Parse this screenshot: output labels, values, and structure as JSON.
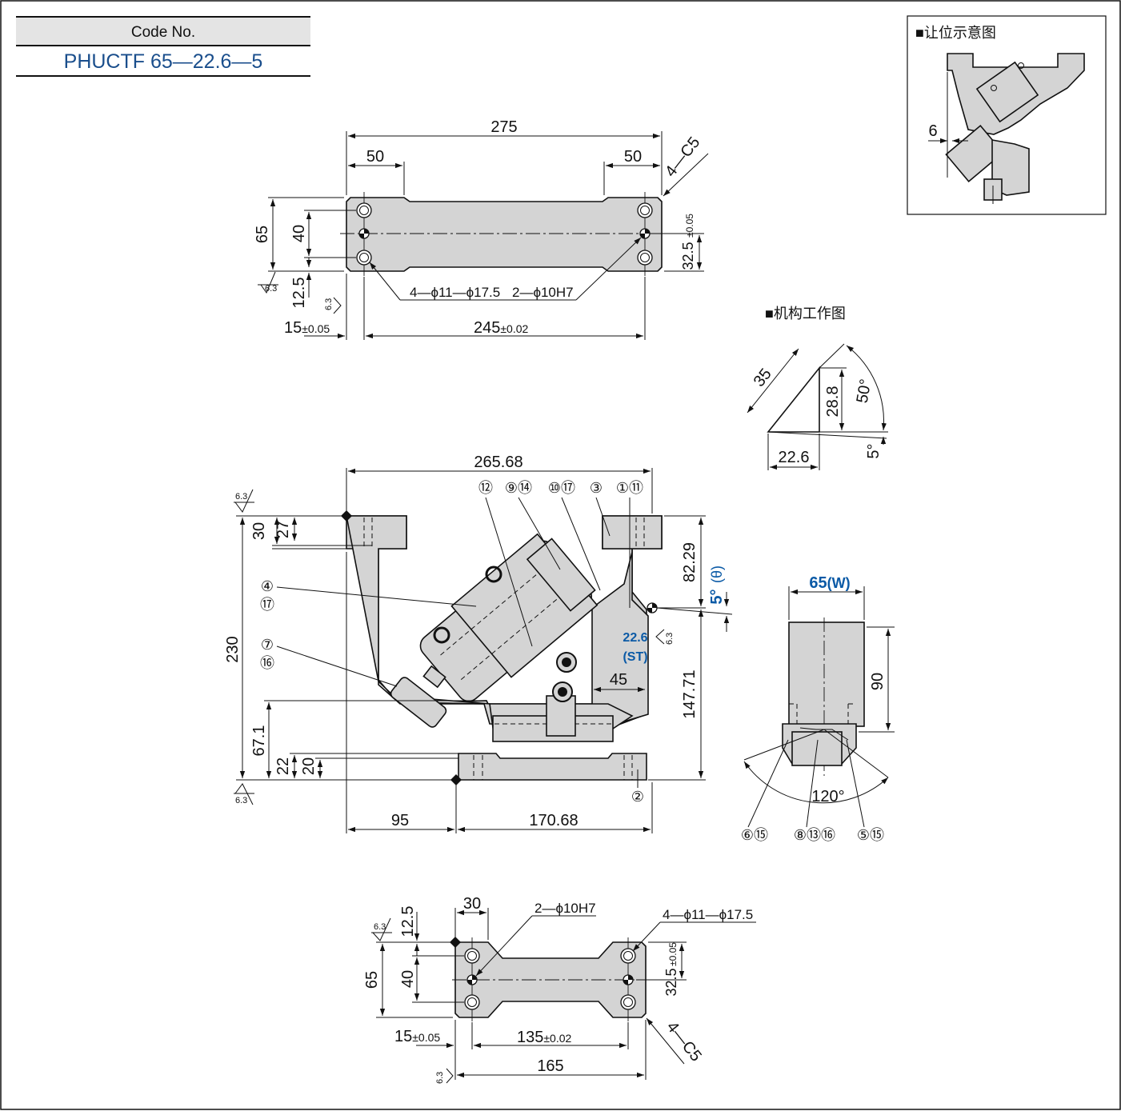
{
  "code_table": {
    "header": "Code No.",
    "code": "PHUCTF 65—22.6—5"
  },
  "colors": {
    "part_fill": "#d4d4d4",
    "line": "#111111",
    "accent_blue": "#0b5aa6",
    "code_blue": "#1a4e8c"
  },
  "inset_relief": {
    "title": "■让位示意图",
    "dim": "6"
  },
  "inset_mechanism": {
    "title": "■机构工作图",
    "dim_35": "35",
    "dim_28_8": "28.8",
    "dim_22_6": "22.6",
    "angle_50": "50°",
    "angle_5": "5°"
  },
  "top_view": {
    "overall": "275",
    "left_step": "50",
    "right_step": "50",
    "chamfer": "4—C5",
    "height": "65",
    "hole_span": "40",
    "edge": "12.5",
    "center_off": "32.5",
    "center_tol": "±0.05",
    "holes_label": "4—ϕ11—ϕ17.5",
    "pins_label": "2—ϕ10H7",
    "edge_offset": "15",
    "edge_offset_tol": "±0.05",
    "pin_pitch": "245",
    "pin_pitch_tol": "±0.02",
    "roughness": "6.3"
  },
  "front_view": {
    "overall_width": "265.68",
    "height_total": "230",
    "top_30": "30",
    "top_27": "27",
    "right_upper": "82.29",
    "angle": "5°",
    "angle_theta": "(θ)",
    "stroke": "22.6",
    "stroke_st": "(ST)",
    "dim_45": "45",
    "right_lower": "147.71",
    "low_67_1": "67.1",
    "low_22": "22",
    "low_20": "20",
    "bottom_left": "95",
    "bottom_right": "170.68",
    "roughness": "6.3",
    "callouts_top": [
      "⑫",
      "⑨⑭",
      "⑩⑰",
      "③",
      "①⑪"
    ],
    "callout_4_17": [
      "④",
      "⑰"
    ],
    "callout_7_16": [
      "⑦",
      "⑯"
    ],
    "callout_2": "②"
  },
  "side_view": {
    "width": "65",
    "width_w": "(W)",
    "height": "90",
    "angle": "120°",
    "callouts": [
      "⑥⑮",
      "⑧⑬⑯",
      "⑤⑮"
    ]
  },
  "bottom_view": {
    "dim_30": "30",
    "dim_12_5": "12.5",
    "height": "65",
    "hole_span": "40",
    "pins_label": "2—ϕ10H7",
    "holes_label": "4—ϕ11—ϕ17.5",
    "center_off": "32.5",
    "center_tol": "±0.05",
    "edge_offset": "15",
    "edge_offset_tol": "±0.05",
    "pin_pitch": "135",
    "pin_pitch_tol": "±0.02",
    "overall": "165",
    "chamfer": "4—C5",
    "roughness": "6.3"
  }
}
